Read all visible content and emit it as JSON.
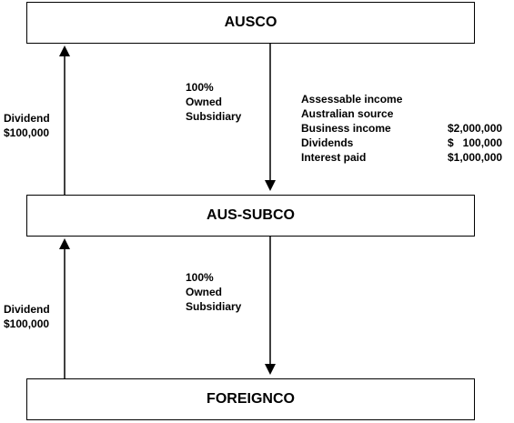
{
  "boxes": {
    "top": "AUSCO",
    "middle": "AUS-SUBCO",
    "bottom": "FOREIGNCO"
  },
  "upper": {
    "dividend": [
      "Dividend",
      "$100,000"
    ],
    "ownership": [
      "100%",
      "Owned",
      "Subsidiary"
    ]
  },
  "lower": {
    "dividend": [
      "Dividend",
      "$100,000"
    ],
    "ownership": [
      "100%",
      "Owned",
      "Subsidiary"
    ]
  },
  "income": {
    "heading": "Assessable income",
    "subheading": "Australian source",
    "items": [
      {
        "label": "Business income",
        "amount": "$2,000,000"
      },
      {
        "label": "Dividends",
        "amount": "$   100,000"
      },
      {
        "label": "Interest paid",
        "amount": "$1,000,000"
      }
    ]
  }
}
